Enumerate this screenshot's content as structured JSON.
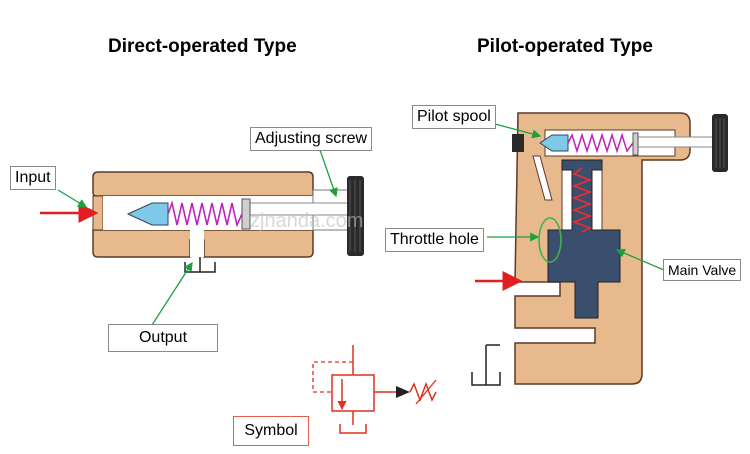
{
  "headings": {
    "direct": "Direct-operated Type",
    "pilot": "Pilot-operated Type"
  },
  "labels": {
    "input": "Input",
    "output": "Output",
    "adjusting_screw": "Adjusting screw",
    "symbol": "Symbol",
    "pilot_spool": "Pilot spool",
    "throttle_hole": "Throttle hole",
    "main_valve": "Main Valve"
  },
  "watermark": "zjnanda.com",
  "colors": {
    "body": "#e8b98c",
    "body_outline": "#5a3a28",
    "bore": "#ffffff",
    "spool": "#7ec8e8",
    "spring": "#c020c0",
    "main_valve": "#3a4f6e",
    "main_spring": "#e03030",
    "flow_arrow": "#e02020",
    "leader_line": "#1fa040",
    "knob": "#2a2a2a",
    "symbol": "#e03020",
    "throttle_ring": "#40b050"
  }
}
